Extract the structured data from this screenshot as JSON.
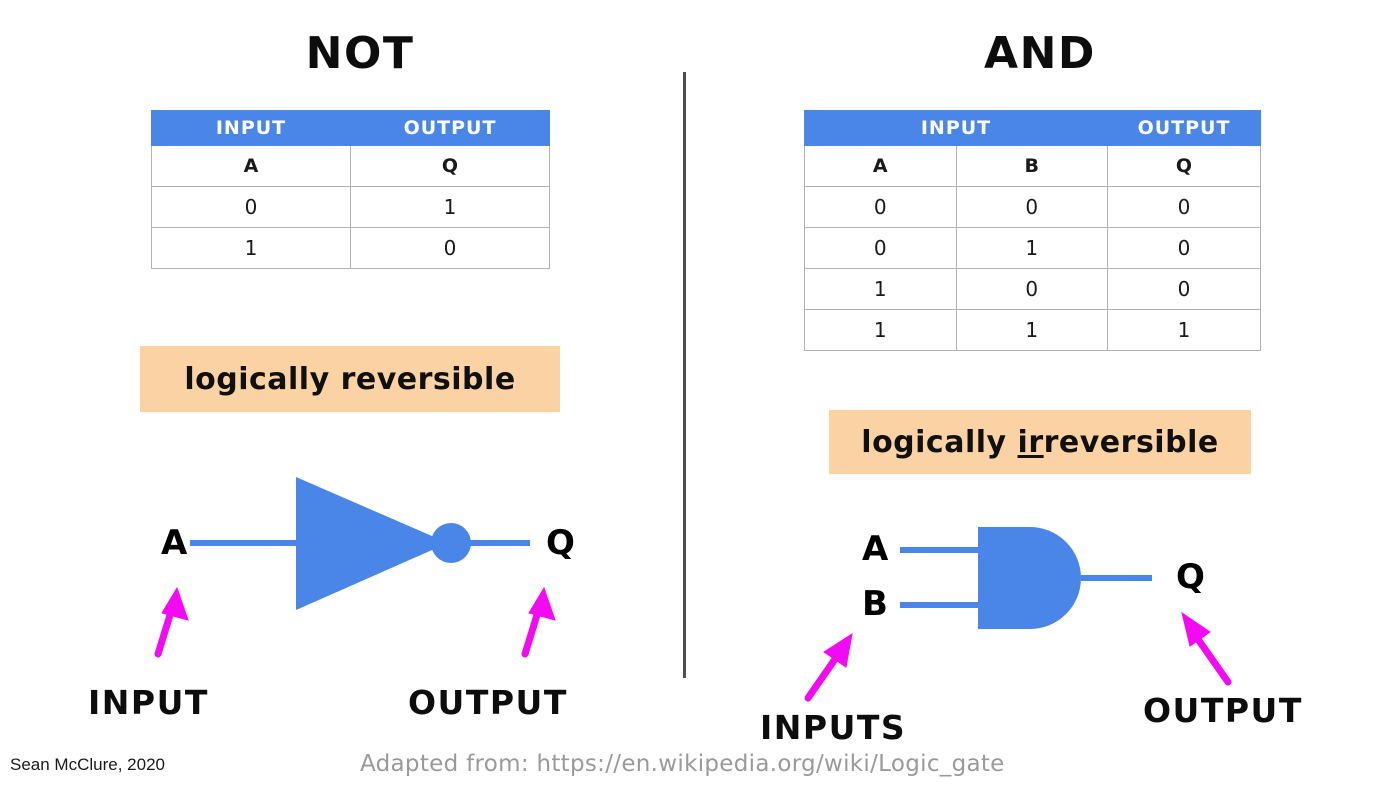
{
  "figure": {
    "divider_color": "#4d4d55",
    "accent_blue": "#4a86e8",
    "banner_bg": "#fad2a4",
    "arrow_color": "#f20bf2",
    "wire_color": "#4a86e8"
  },
  "panels": [
    {
      "id": "not",
      "title": "NOT",
      "table": {
        "group_headers": [
          {
            "label": "INPUT",
            "span": 1
          },
          {
            "label": "OUTPUT",
            "span": 1
          }
        ],
        "variables": [
          "A",
          "Q"
        ],
        "rows": [
          [
            "0",
            "1"
          ],
          [
            "1",
            "0"
          ]
        ]
      },
      "banner": {
        "prefix": "logically ",
        "underlined": "",
        "suffix": "reversible"
      },
      "gate": {
        "type": "not-gate",
        "inputs": [
          "A"
        ],
        "output": "Q"
      },
      "callouts": [
        {
          "name": "input",
          "label": "INPUT"
        },
        {
          "name": "output",
          "label": "OUTPUT"
        }
      ]
    },
    {
      "id": "and",
      "title": "AND",
      "table": {
        "group_headers": [
          {
            "label": "INPUT",
            "span": 2
          },
          {
            "label": "OUTPUT",
            "span": 1
          }
        ],
        "variables": [
          "A",
          "B",
          "Q"
        ],
        "rows": [
          [
            "0",
            "0",
            "0"
          ],
          [
            "0",
            "1",
            "0"
          ],
          [
            "1",
            "0",
            "0"
          ],
          [
            "1",
            "1",
            "1"
          ]
        ]
      },
      "banner": {
        "prefix": "logically ",
        "underlined": "ir",
        "suffix": "reversible"
      },
      "gate": {
        "type": "and-gate",
        "inputs": [
          "A",
          "B"
        ],
        "output": "Q"
      },
      "callouts": [
        {
          "name": "inputs",
          "label": "INPUTS"
        },
        {
          "name": "output",
          "label": "OUTPUT"
        }
      ]
    }
  ],
  "footer": {
    "credit": "Sean McClure, 2020",
    "source": "Adapted from: https://en.wikipedia.org/wiki/Logic_gate"
  }
}
